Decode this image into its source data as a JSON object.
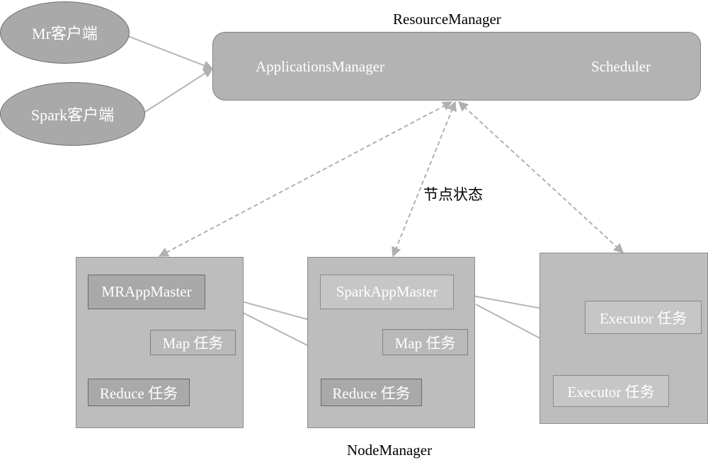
{
  "resource_manager": {
    "title": "ResourceManager",
    "applications_manager": "ApplicationsManager",
    "scheduler": "Scheduler"
  },
  "clients": {
    "mr": "Mr客户端",
    "spark": "Spark客户端"
  },
  "status_label": "节点状态",
  "node_manager_label": "NodeManager",
  "nodes": {
    "node1": {
      "master": "MRAppMaster",
      "map_task": "Map 任务",
      "reduce_task": "Reduce 任务"
    },
    "node2": {
      "master": "SparkAppMaster",
      "map_task": "Map 任务",
      "reduce_task": "Reduce 任务"
    },
    "node3": {
      "executor_1": "Executor 任务",
      "executor_2": "Executor 任务"
    }
  },
  "colors": {
    "shape_fill": "#a9a9a9",
    "node_fill": "#bdbdbd",
    "connector": "#b5b5b5",
    "text_on_shape": "#ffffff"
  }
}
